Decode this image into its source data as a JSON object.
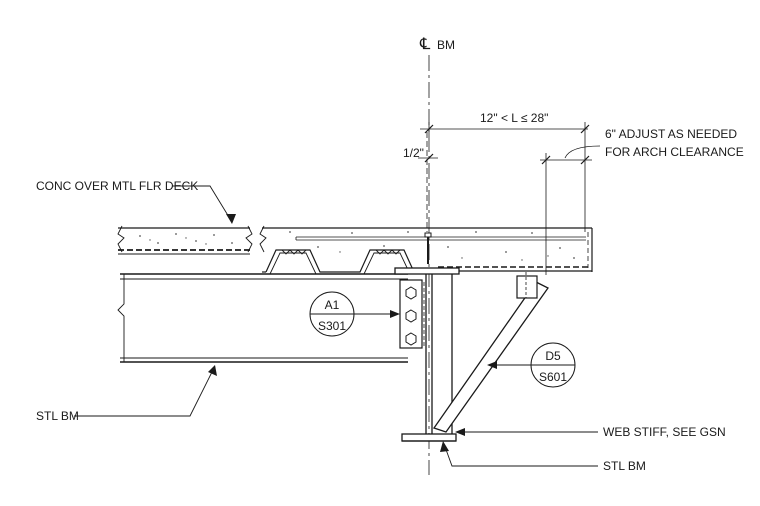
{
  "centerline": {
    "symbol": "℄",
    "label": "BM"
  },
  "dimensions": {
    "span": "12\" < L ≤ 28\"",
    "offset": "1/2\"",
    "adjust_line1": "6\" ADJUST AS NEEDED",
    "adjust_line2": "FOR ARCH CLEARANCE"
  },
  "notes": {
    "deck": "CONC OVER MTL FLR DECK",
    "stl_bm_left": "STL BM",
    "web_stiff": "WEB STIFF, SEE GSN",
    "stl_bm_bottom": "STL BM"
  },
  "callouts": [
    {
      "top": "A1",
      "bottom": "S301"
    },
    {
      "top": "D5",
      "bottom": "S601"
    }
  ]
}
